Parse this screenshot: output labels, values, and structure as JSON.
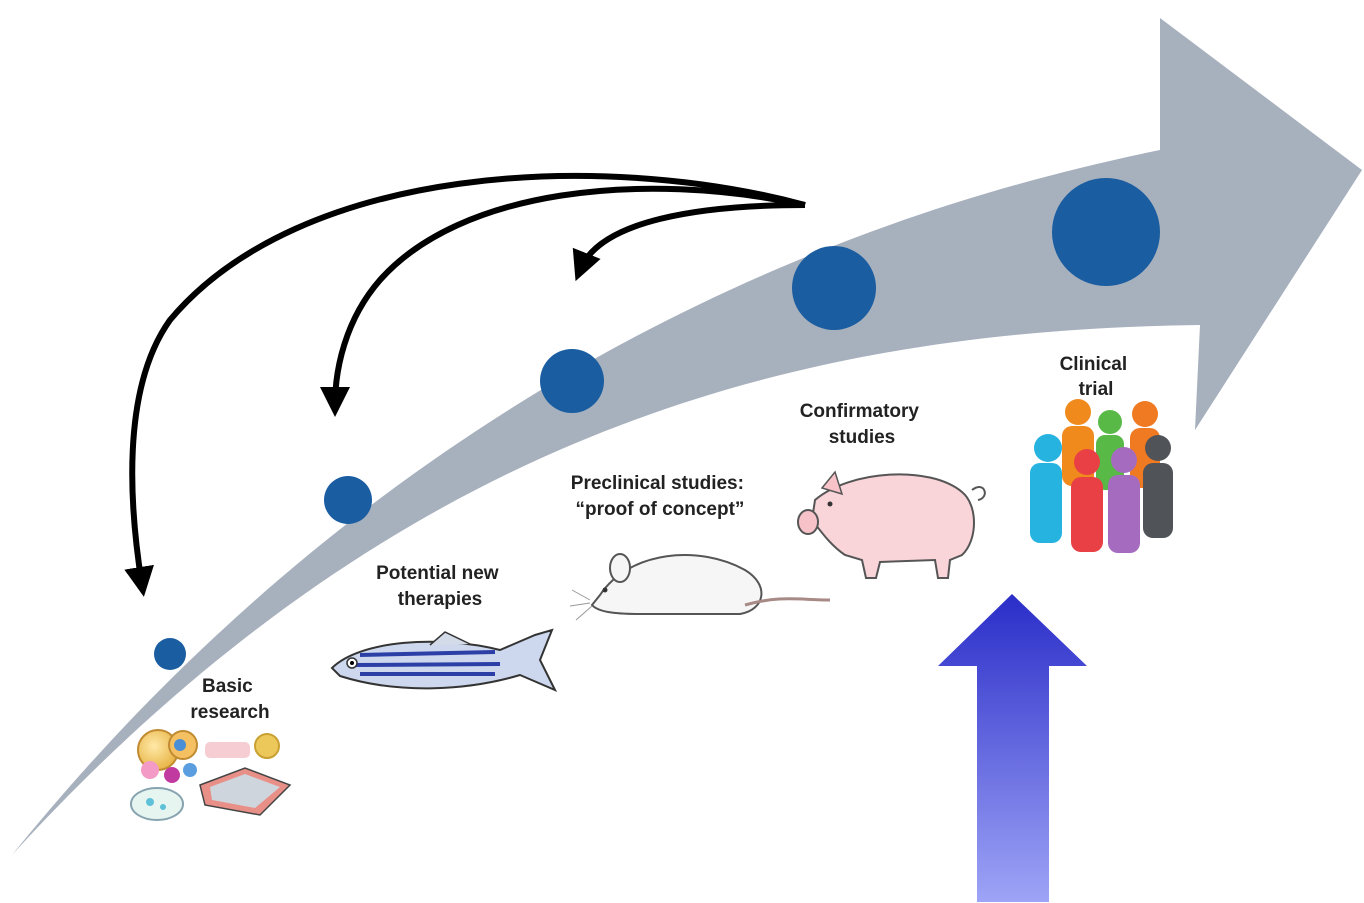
{
  "colors": {
    "arrow_band": "#a7b0bd",
    "stage_dot": "#1a5da0",
    "feedback_arrow": "#000000",
    "highlight_arrow_top": "#2a2dc8",
    "highlight_arrow_bottom": "#9ea4f6"
  },
  "stages": [
    {
      "lines": [
        "Basic",
        "research"
      ],
      "illustration": "cells-tissue-icon"
    },
    {
      "lines": [
        "Potential new",
        "therapies"
      ],
      "illustration": "zebrafish-icon"
    },
    {
      "lines": [
        "Preclinical studies:",
        "“proof of concept”"
      ],
      "illustration": "mouse-icon"
    },
    {
      "lines": [
        "Confirmatory",
        "studies"
      ],
      "illustration": "pig-icon"
    },
    {
      "lines": [
        "Clinical",
        "trial"
      ],
      "illustration": "people-group-icon"
    }
  ],
  "feedback_arrows": [
    "feedback-to-basic-research",
    "feedback-to-potential-therapies",
    "feedback-to-preclinical-studies"
  ],
  "highlight_arrow": {
    "points_to": "Clinical trial"
  }
}
